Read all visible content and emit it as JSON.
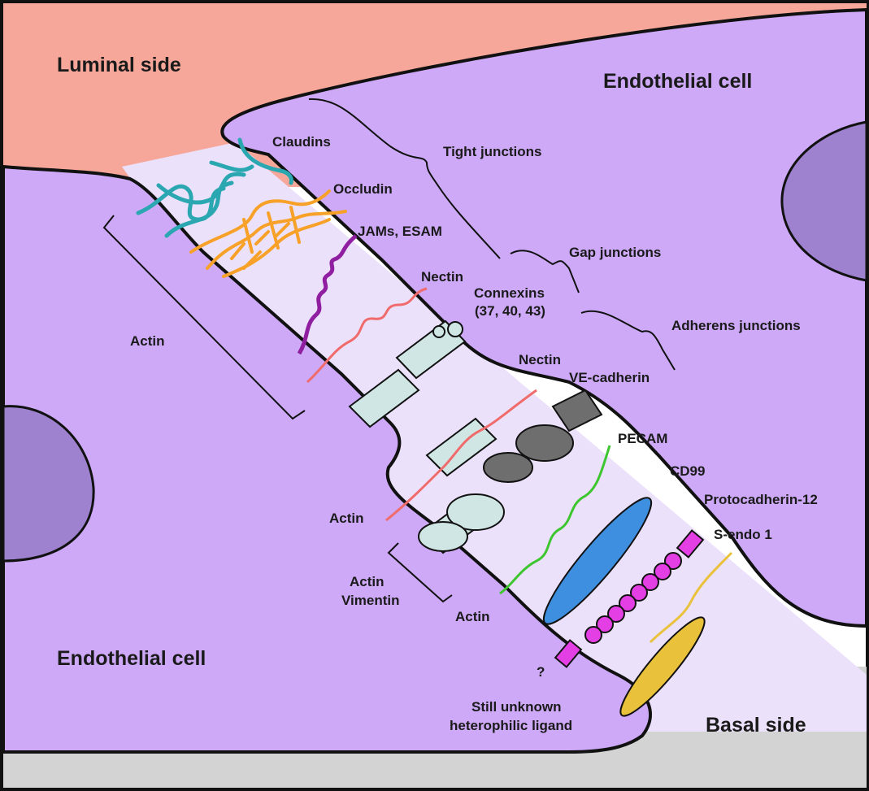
{
  "regions": {
    "luminal": "Luminal side",
    "basal": "Basal side",
    "cell_top": "Endothelial cell",
    "cell_bottom": "Endothelial cell"
  },
  "labels": {
    "claudins": "Claudins",
    "occludin": "Occludin",
    "jams": "JAMs, ESAM",
    "nectin_top": "Nectin",
    "connexins": "Connexins",
    "connexins_sub": "(37, 40, 43)",
    "nectin_mid": "Nectin",
    "ve_cadherin": "VE-cadherin",
    "pecam": "PECAM",
    "cd99": "CD99",
    "protocadherin": "Protocadherin-12",
    "s_endo": "S-endo 1",
    "question": "?",
    "unknown_line1": "Still unknown",
    "unknown_line2": "heterophilic ligand",
    "actin_left": "Actin",
    "actin_mid": "Actin",
    "actin_vim_1": "Actin",
    "actin_vim_2": "Vimentin",
    "actin_low": "Actin"
  },
  "junctions": {
    "tight": "Tight junctions",
    "gap": "Gap junctions",
    "adherens": "Adherens junctions"
  },
  "colors": {
    "cell": "#cda9f7",
    "luminal": "#f7a79a",
    "basal": "#d3d3d3",
    "gap": "#ece1fb",
    "nucleus": "#9f82cf",
    "claudin": "#2aa7b0",
    "occludin": "#f7a128",
    "jam": "#8f1fa0",
    "nectin": "#f06b6b",
    "connexin": "#cfe6e4",
    "ve_cad": "#6e6e6e",
    "pecam": "#3ec630",
    "cd99": "#3f8fe0",
    "protocadherin": "#e43fe4",
    "s_endo": "#e9c13a"
  }
}
